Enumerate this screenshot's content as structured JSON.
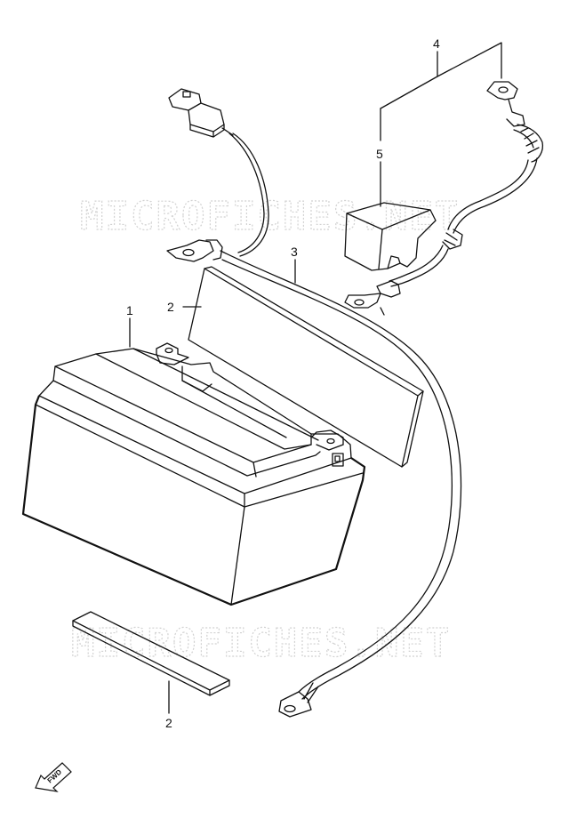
{
  "watermark": {
    "top": "MICROFICHES.NET",
    "bottom": "MICROFICHES.NET"
  },
  "callouts": {
    "battery": "1",
    "pad_upper": "2",
    "pad_lower": "2",
    "cable_negative": "3",
    "cable_positive": "4",
    "terminal_cover": "5"
  },
  "fwd_arrow": {
    "label": "FWD",
    "icon": "forward-arrow-icon"
  },
  "colors": {
    "line": "#111111",
    "watermark": "#d2d2d2",
    "background": "#ffffff"
  }
}
